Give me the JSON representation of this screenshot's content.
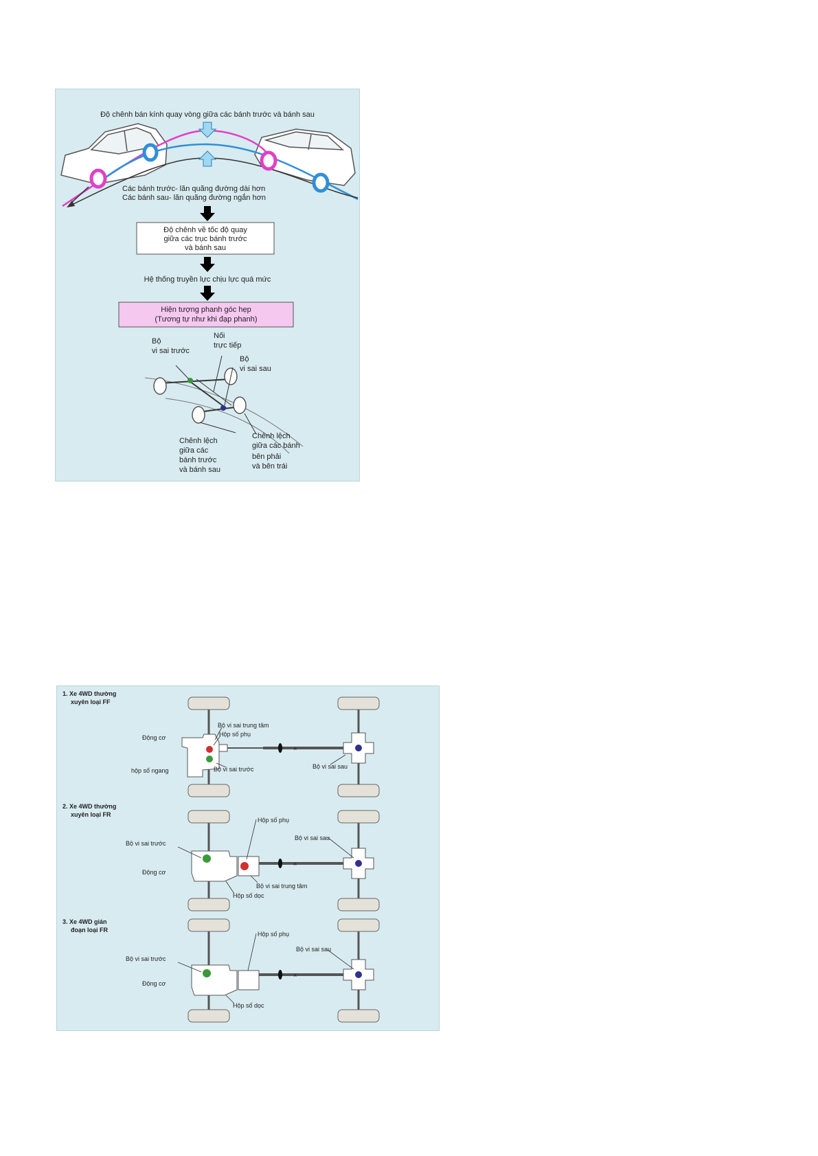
{
  "panel1": {
    "caption_top": "Độ chênh bán kính quay vòng giữa các bánh trước và bánh sau",
    "front_line": "Các bánh trước- lăn quãng đường dài hơn",
    "rear_line": "Các bánh sau- lăn quãng đường ngắn hơn",
    "box1": [
      "Độ chênh về tốc độ quay",
      "giữa các trục bánh trước",
      "và bánh sau"
    ],
    "step2": "Hệ thống truyền lực chịu lực quá mức",
    "box3": [
      "Hiện tượng phanh góc hẹp",
      "(Tương tự như khi đạp phanh)"
    ],
    "front_diff": [
      "Bộ",
      "vi sai trước"
    ],
    "direct": [
      "Nối",
      "trực tiếp"
    ],
    "rear_diff": [
      "Bộ",
      "vi sai sau"
    ],
    "diff_front_rear": [
      "Chênh lệch",
      "giữa các",
      "bánh trước",
      "và bánh sau"
    ],
    "diff_left_right": [
      "Chênh lệch",
      "giữa các bánh",
      "bên phải",
      "và bên trái"
    ],
    "colors": {
      "front_path": "#e040c8",
      "rear_path": "#2f8fd8",
      "box3_fill": "#f5c8f0",
      "arrow_fill": "#9fd8f0"
    }
  },
  "panel2": {
    "title1": [
      "1. Xe 4WD thường",
      "xuyên loại FF"
    ],
    "t1_center": "Bộ vi sai trung tâm",
    "t1_transfer": "Hộp số phụ",
    "t1_engine": "Động cơ",
    "t1_front": "Bộ vi sai trước",
    "t1_gearbox": "hộp số ngang",
    "t1_rear": "Bộ vi sai sau",
    "title2": [
      "2. Xe 4WD thường",
      "xuyên loại FR"
    ],
    "t2_transfer": "Hộp số phụ",
    "t2_rear": "Bộ vi sai sau",
    "t2_front": "Bộ vi sai trước",
    "t2_engine": "Động cơ",
    "t2_center": "Bộ vi sai trung tâm",
    "t2_gearbox": "Hộp số dọc",
    "title3": [
      "3. Xe 4WD gián",
      "đoạn loại FR"
    ],
    "t3_transfer": "Hộp số phụ",
    "t3_rear": "Bộ vi sai sau",
    "t3_front": "Bộ vi sai trước",
    "t3_engine": "Động cơ",
    "t3_gearbox": "Hộp số dọc",
    "colors": {
      "center_diff": "#d03030",
      "front_diff": "#3a9a3a",
      "rear_diff": "#303090"
    }
  }
}
